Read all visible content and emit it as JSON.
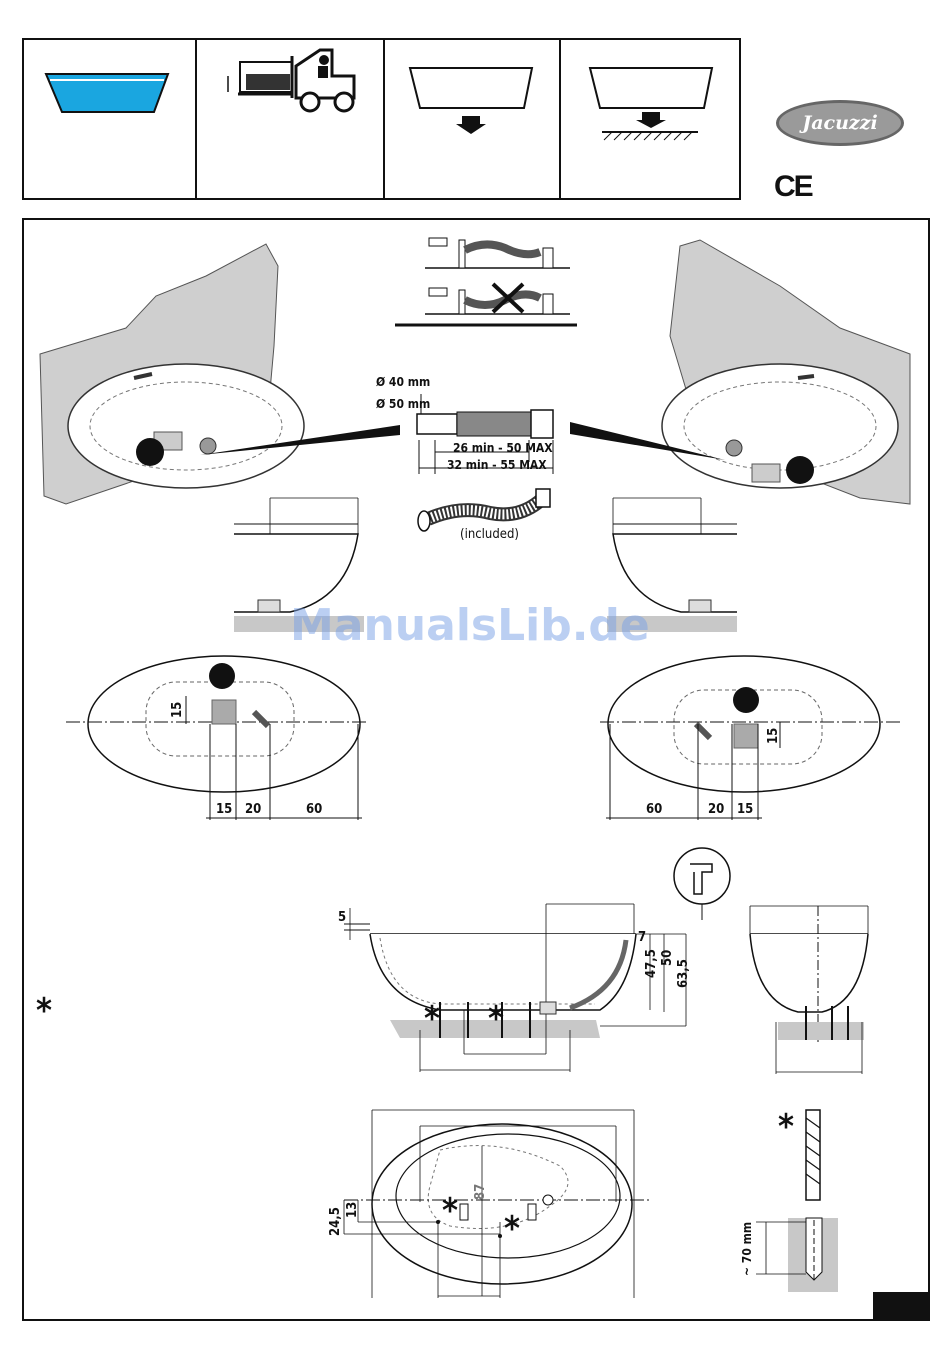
{
  "brand": {
    "logo_text": "Jacuzzi",
    "ce_mark": "CE"
  },
  "watermark": "ManualsLib.de",
  "icons": [
    "filled-bathtub-icon",
    "forklift-icon",
    "bathtub-drop-icon",
    "bathtub-floor-icon"
  ],
  "drain": {
    "diameter_small": "Ø 40 mm",
    "diameter_large": "Ø 50 mm",
    "length_a": "26 min - 50 MAX",
    "length_b": "32 min - 55 MAX",
    "hose_note": "(included)"
  },
  "plan_left": {
    "dim_side": "15",
    "dim_a": "15",
    "dim_b": "20",
    "dim_c": "60"
  },
  "plan_right": {
    "dim_side": "15",
    "dim_a": "60",
    "dim_b": "20",
    "dim_c": "15"
  },
  "section": {
    "top_gap": "5",
    "dim_7": "7",
    "dim_47": "47,5",
    "dim_50": "50",
    "dim_63": "63,5"
  },
  "plan_bottom": {
    "dim_87": "87",
    "dim_13": "13",
    "dim_245": "24,5"
  },
  "drill": {
    "depth": "~ 70 mm"
  },
  "asterisk": "*",
  "colors": {
    "water": "#1aa6e0",
    "floor": "#c8c8c8",
    "wall": "#cfcfcf"
  }
}
